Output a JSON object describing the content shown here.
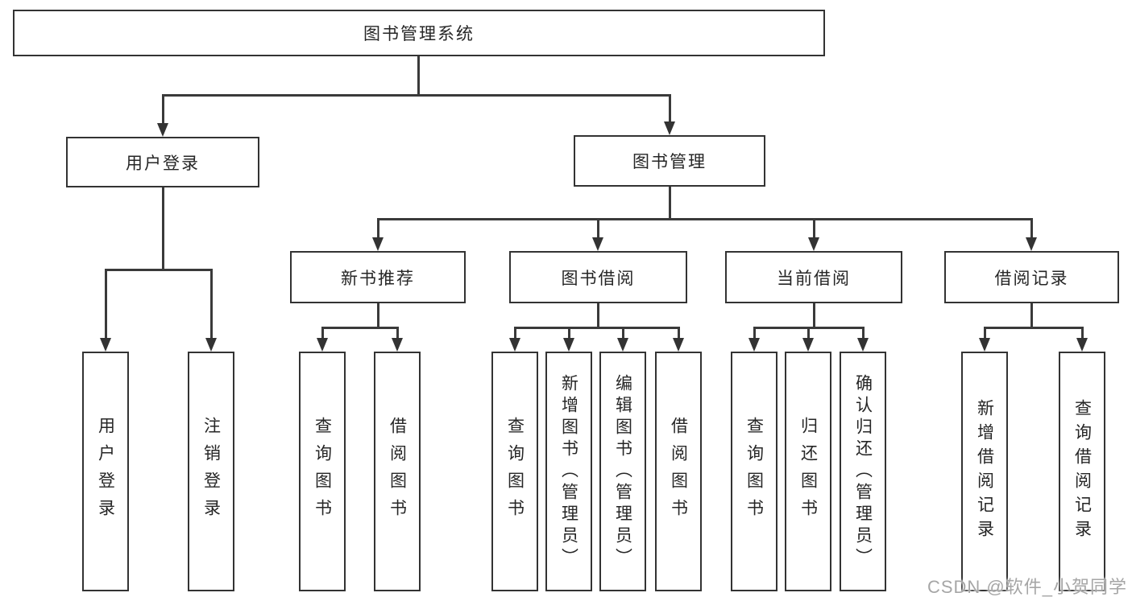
{
  "diagram": {
    "root": {
      "label": "图书管理系统"
    },
    "level2": [
      {
        "label": "用户登录"
      },
      {
        "label": "图书管理"
      }
    ],
    "level3": [
      {
        "label": "新书推荐"
      },
      {
        "label": "图书借阅"
      },
      {
        "label": "当前借阅"
      },
      {
        "label": "借阅记录"
      }
    ],
    "leaves": [
      {
        "label": "用户登录"
      },
      {
        "label": "注销登录"
      },
      {
        "label": "查询图书"
      },
      {
        "label": "借阅图书"
      },
      {
        "label": "查询图书"
      },
      {
        "label": "新增图书（管理员）"
      },
      {
        "label": "编辑图书（管理员）"
      },
      {
        "label": "借阅图书"
      },
      {
        "label": "查询图书"
      },
      {
        "label": "归还图书"
      },
      {
        "label": "确认归还（管理员）"
      },
      {
        "label": "新增借阅记录"
      },
      {
        "label": "查询借阅记录"
      }
    ]
  },
  "watermark": {
    "text": "CSDN @软件_小贺同学"
  },
  "colors": {
    "background": "#ffffff",
    "box_border": "#333333",
    "connector_line": "#3a3a3a",
    "text": "#262626",
    "watermark": "#a6a6a6"
  }
}
